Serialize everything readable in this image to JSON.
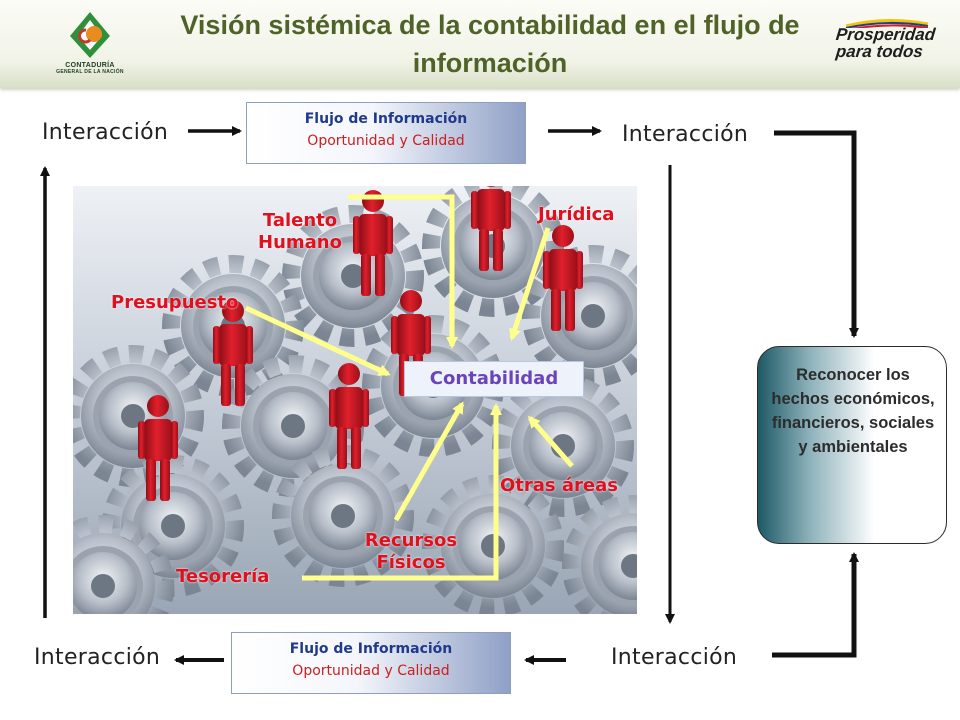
{
  "header": {
    "title": "Visión sistémica de la contabilidad en el flujo de información",
    "logo_left_text": "CONTADURÍA",
    "logo_left_subtext": "GENERAL DE LA NACIÓN",
    "logo_right_line1": "Prosperidad",
    "logo_right_line2": "para todos"
  },
  "interaccion": {
    "top_left": "Interacción",
    "top_right": "Interacción",
    "bottom_left": "Interacción",
    "bottom_right": "Interacción"
  },
  "flujo_top": {
    "title": "Flujo de Información",
    "subtitle": "Oportunidad y Calidad"
  },
  "flujo_bottom": {
    "title": "Flujo de Información",
    "subtitle": "Oportunidad y Calidad"
  },
  "areas": {
    "talento_humano": "Talento Humano",
    "juridica": "Jurídica",
    "presupuesto": "Presupuesto",
    "contabilidad": "Contabilidad",
    "otras_areas": "Otras áreas",
    "recursos_fisicos": "Recursos Físicos",
    "tesoreria": "Tesorería"
  },
  "reconocer": "Reconocer los hechos económicos, financieros, sociales y ambientales",
  "colors": {
    "title": "#4f6228",
    "area_label": "#e0101e",
    "arrow_yellow": "#ffff8c",
    "flujo_title": "#1f3a8a",
    "flujo_sub": "#cc1e1e"
  }
}
